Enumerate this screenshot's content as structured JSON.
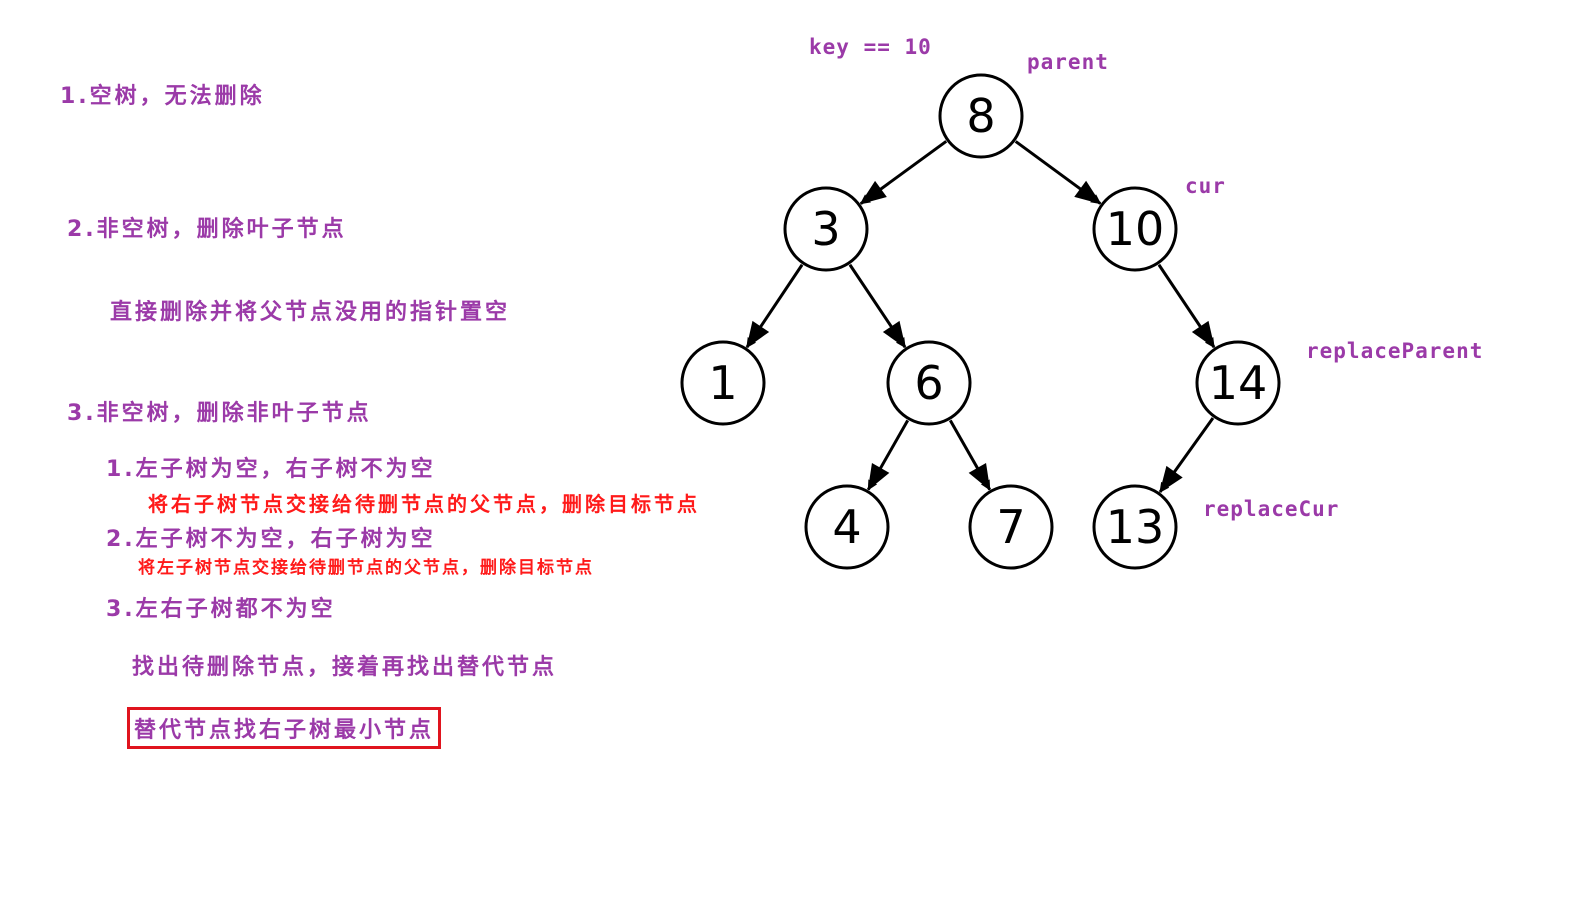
{
  "notes": {
    "case1": "1.空树，无法删除",
    "case2": "2.非空树，删除叶子节点",
    "case2_detail": "直接删除并将父节点没用的指针置空",
    "case3": "3.非空树，删除非叶子节点",
    "case3_1": "1.左子树为空，右子树不为空",
    "case3_1_detail": "将右子树节点交接给待删节点的父节点，删除目标节点",
    "case3_2": "2.左子树不为空，右子树为空",
    "case3_2_detail": "将左子树节点交接给待删节点的父节点，删除目标节点",
    "case3_3": "3.左右子树都不为空",
    "case3_3_detail": "找出待删除节点，接着再找出替代节点",
    "case3_3_highlight": "替代节点找右子树最小节点"
  },
  "colors": {
    "text_purple": "#9b3aa8",
    "text_red": "#ff1a1a",
    "highlight_border": "#e0141e",
    "node_stroke": "#000000"
  },
  "tree": {
    "key_label": "key == 10",
    "nodes": [
      {
        "id": "n8",
        "label": "8"
      },
      {
        "id": "n3",
        "label": "3"
      },
      {
        "id": "n10",
        "label": "10"
      },
      {
        "id": "n1",
        "label": "1"
      },
      {
        "id": "n6",
        "label": "6"
      },
      {
        "id": "n14",
        "label": "14"
      },
      {
        "id": "n4",
        "label": "4"
      },
      {
        "id": "n7",
        "label": "7"
      },
      {
        "id": "n13",
        "label": "13"
      }
    ],
    "edges": [
      {
        "from": "n8",
        "to": "n3"
      },
      {
        "from": "n8",
        "to": "n10"
      },
      {
        "from": "n3",
        "to": "n1"
      },
      {
        "from": "n3",
        "to": "n6"
      },
      {
        "from": "n10",
        "to": "n14"
      },
      {
        "from": "n6",
        "to": "n4"
      },
      {
        "from": "n6",
        "to": "n7"
      },
      {
        "from": "n14",
        "to": "n13"
      }
    ],
    "pointer_labels": [
      {
        "node": "n8",
        "text": "parent"
      },
      {
        "node": "n10",
        "text": "cur"
      },
      {
        "node": "n14",
        "text": "replaceParent"
      },
      {
        "node": "n13",
        "text": "replaceCur"
      }
    ]
  }
}
